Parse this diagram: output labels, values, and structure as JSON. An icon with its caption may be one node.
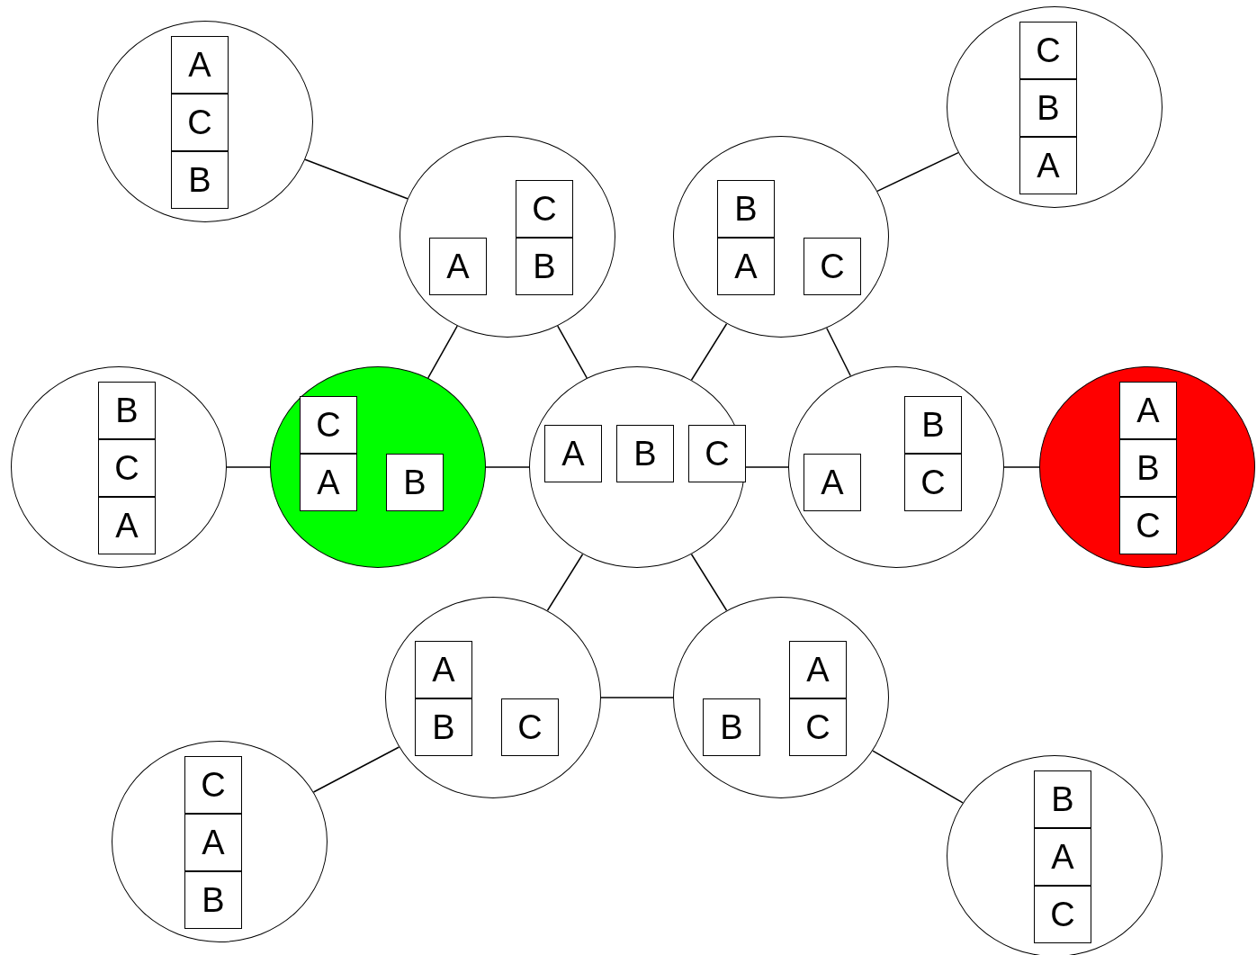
{
  "diagram": {
    "nodes": [
      {
        "text": [],
        "shape": "circle"
      },
      {
        "text": [
          "A"
        ],
        "in": 0
      },
      {
        "text": [
          "C"
        ],
        "in": 0
      },
      {
        "text": [
          "B"
        ],
        "in": 0
      },
      {
        "text": [],
        "shape": "circle"
      },
      {
        "text": [
          "C"
        ],
        "in": 4
      },
      {
        "text": [
          "B"
        ],
        "in": 4
      },
      {
        "text": [
          "A"
        ],
        "in": 4
      },
      {
        "text": [],
        "shape": "circle"
      },
      {
        "text": [
          "A"
        ],
        "in": 8
      },
      {
        "text": [
          "C"
        ],
        "in": 8
      },
      {
        "text": [
          "B"
        ],
        "in": 8
      },
      {
        "text": [],
        "shape": "circle"
      },
      {
        "text": [
          "B"
        ],
        "in": 12
      },
      {
        "text": [
          "A"
        ],
        "in": 12
      },
      {
        "text": [
          "C"
        ],
        "in": 12
      },
      {
        "text": [],
        "shape": "circle"
      },
      {
        "text": [
          "B"
        ],
        "in": 16
      },
      {
        "text": [
          "C"
        ],
        "in": 16
      },
      {
        "text": [
          "A"
        ],
        "in": 16
      },
      {
        "text": [],
        "shape": "circle"
      },
      {
        "text": [
          "C"
        ],
        "in": 20
      },
      {
        "text": [
          "A"
        ],
        "in": 20
      },
      {
        "text": [
          "B"
        ],
        "in": 20
      },
      {
        "text": [],
        "shape": "circle"
      },
      {
        "text": [
          "A"
        ],
        "in": 24
      },
      {
        "text": [
          "B"
        ],
        "in": 24
      },
      {
        "text": [
          "C"
        ],
        "in": 24
      },
      {
        "text": [],
        "shape": "circle"
      },
      {
        "text": [
          "A"
        ],
        "in": 28
      },
      {
        "text": [
          "B"
        ],
        "in": 28
      },
      {
        "text": [
          "C"
        ],
        "in": 28
      },
      {
        "text": [],
        "shape": "circle"
      },
      {
        "text": [
          "A"
        ],
        "in": 32
      },
      {
        "text": [
          "B"
        ],
        "in": 32
      },
      {
        "text": [
          "C"
        ],
        "in": 32
      },
      {
        "text": [],
        "shape": "circle"
      },
      {
        "text": [
          "A"
        ],
        "in": 36
      },
      {
        "text": [
          "B"
        ],
        "in": 36
      },
      {
        "text": [
          "C"
        ],
        "in": 36
      },
      {
        "text": [],
        "shape": "circle"
      },
      {
        "text": [
          "B"
        ],
        "in": 40
      },
      {
        "text": [
          "A"
        ],
        "in": 40
      },
      {
        "text": [
          "C"
        ],
        "in": 40
      },
      {
        "text": [],
        "shape": "circle"
      },
      {
        "text": [
          "C"
        ],
        "in": 44
      },
      {
        "text": [
          "A"
        ],
        "in": 44
      },
      {
        "text": [
          "B"
        ],
        "in": 44
      },
      {
        "text": [],
        "shape": "circle"
      },
      {
        "text": [
          "B"
        ],
        "in": 48
      },
      {
        "text": [
          "A"
        ],
        "in": 48
      },
      {
        "text": [
          "C"
        ],
        "in": 48
      }
    ],
    "edges": [
      {
        "from": 0,
        "to": 8,
        "arrow": "none"
      },
      {
        "from": 4,
        "to": 12,
        "arrow": "none"
      },
      {
        "from": 8,
        "to": 20,
        "arrow": "none"
      },
      {
        "from": 8,
        "to": 24,
        "arrow": "none"
      },
      {
        "from": 12,
        "to": 24,
        "arrow": "none"
      },
      {
        "from": 12,
        "to": 28,
        "arrow": "none"
      },
      {
        "from": 16,
        "to": 20,
        "arrow": "none"
      },
      {
        "from": 20,
        "to": 24,
        "arrow": "none"
      },
      {
        "from": 24,
        "to": 28,
        "arrow": "none"
      },
      {
        "from": 28,
        "to": 32,
        "arrow": "none"
      },
      {
        "from": 24,
        "to": 36,
        "arrow": "none"
      },
      {
        "from": 24,
        "to": 40,
        "arrow": "none"
      },
      {
        "from": 36,
        "to": 40,
        "arrow": "none"
      },
      {
        "from": 36,
        "to": 44,
        "arrow": "none"
      },
      {
        "from": 40,
        "to": 48,
        "arrow": "none"
      }
    ]
  }
}
